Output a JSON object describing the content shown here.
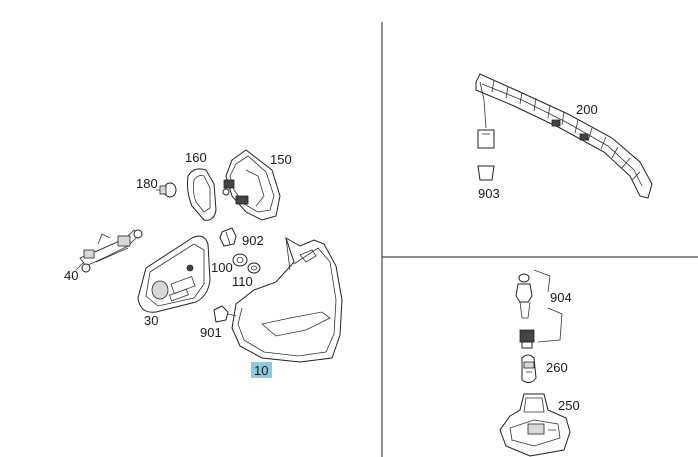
{
  "callouts": {
    "c10": "10",
    "c30": "30",
    "c40": "40",
    "c100": "100",
    "c110": "110",
    "c150": "150",
    "c160": "160",
    "c180": "180",
    "c200": "200",
    "c250": "250",
    "c260": "260",
    "c901": "901",
    "c902": "902",
    "c903": "903",
    "c904": "904"
  },
  "highlight_color": "#8cc9dc"
}
